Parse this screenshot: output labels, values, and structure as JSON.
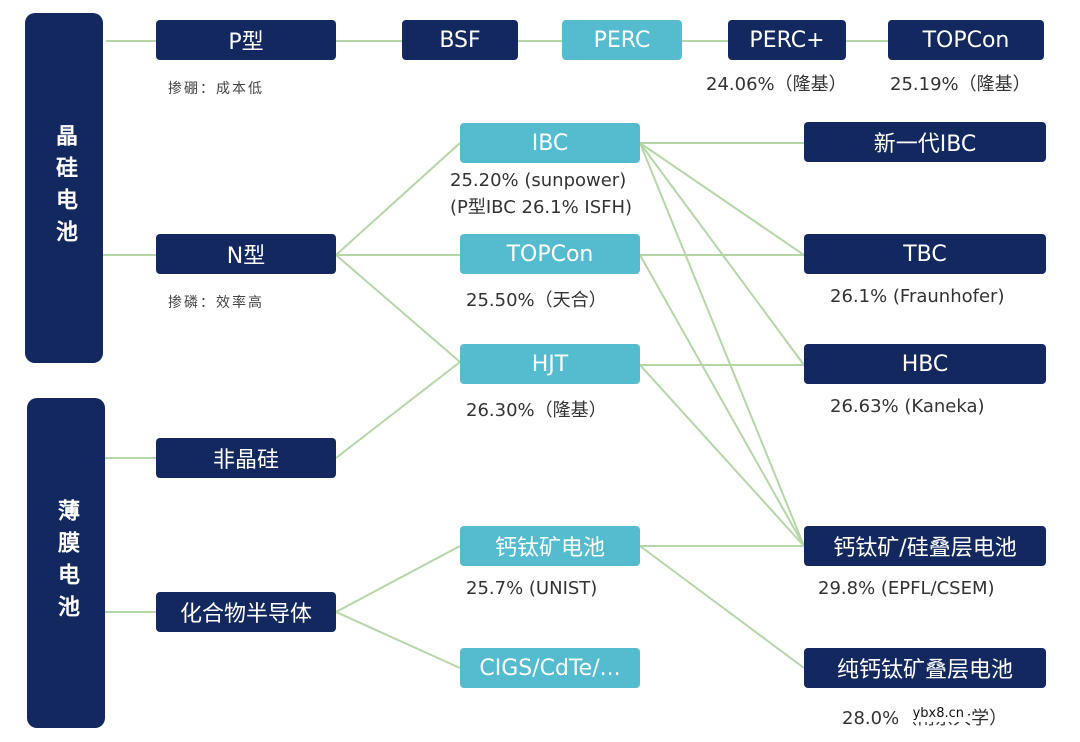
{
  "groups": {
    "crystalline": "晶硅电池",
    "thin_film": "薄膜电池"
  },
  "nodes": {
    "p_type": "P型",
    "bsf": "BSF",
    "perc": "PERC",
    "perc_plus": "PERC+",
    "topcon_p": "TOPCon",
    "n_type": "N型",
    "ibc": "IBC",
    "topcon_n": "TOPCon",
    "hjt": "HJT",
    "amorphous": "非晶硅",
    "compound": "化合物半导体",
    "perovskite": "钙钛矿电池",
    "cigs": "CIGS/CdTe/...",
    "new_ibc": "新一代IBC",
    "tbc": "TBC",
    "hbc": "HBC",
    "perovskite_si": "钙钛矿/硅叠层电池",
    "all_perovskite": "纯钙钛矿叠层电池"
  },
  "notes": {
    "p_type": "掺硼：成本低",
    "n_type": "掺磷：效率高"
  },
  "efficiencies": {
    "perc_plus": "24.06%（隆基）",
    "topcon_p": "25.19%（隆基）",
    "ibc_1": "25.20% (sunpower)",
    "ibc_2": "(P型IBC 26.1% ISFH)",
    "topcon_n": "25.50%（天合）",
    "hjt": "26.30%（隆基）",
    "tbc": "26.1% (Fraunhofer)",
    "hbc": "26.63% (Kaneka)",
    "perovskite": "25.7% (UNIST)",
    "perovskite_si": "29.8% (EPFL/CSEM)",
    "all_perovskite": "28.0%（南京大学）"
  },
  "watermark": "ybx8.cn",
  "colors": {
    "dark": "#12285e",
    "light": "#55bccf",
    "line": "#b5d6a7"
  }
}
